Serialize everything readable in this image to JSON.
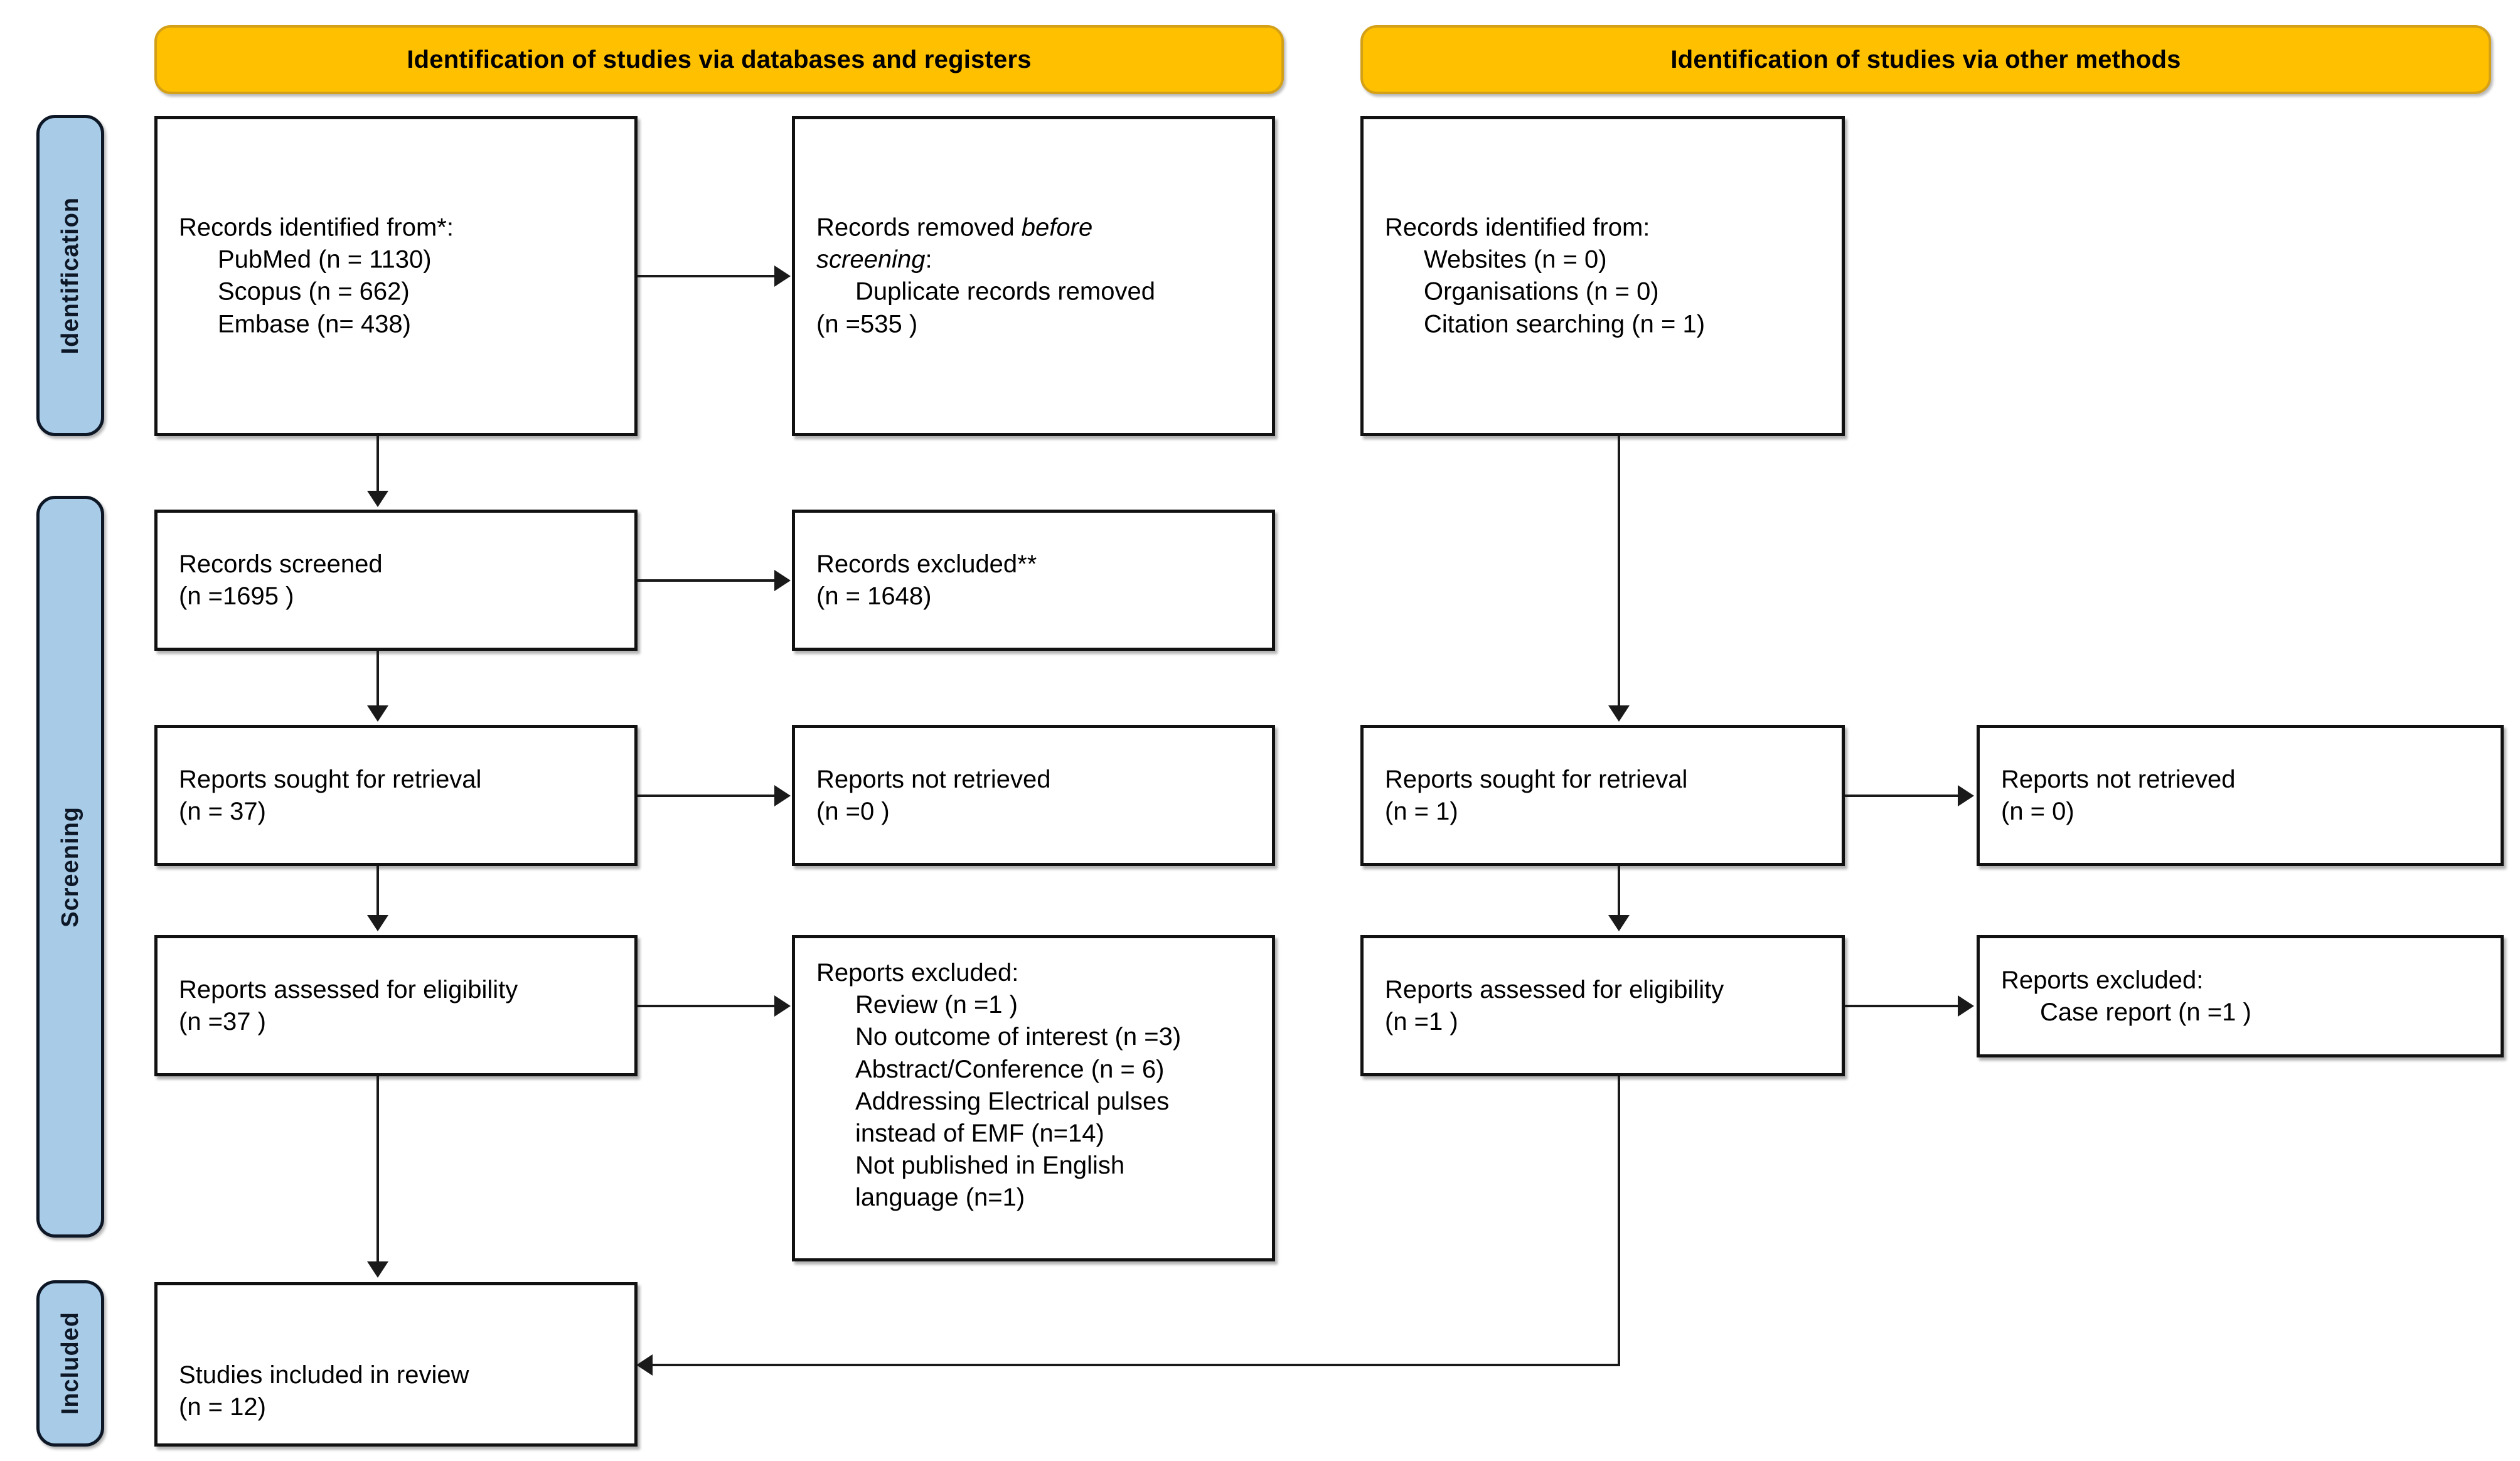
{
  "diagram": {
    "type": "prisma-flow-diagram",
    "accent_orange": "#FFC000",
    "accent_blue": "#A8CBE8"
  },
  "headers": {
    "databases": "Identification of studies via databases and registers",
    "other": "Identification of studies via other methods"
  },
  "stages": {
    "identification": "Identification",
    "screening": "Screening",
    "included": "Included"
  },
  "left_column": {
    "identified": {
      "l0": "Records identified from*:",
      "l1": "PubMed (n = 1130)",
      "l2": "Scopus (n = 662)",
      "l3": "Embase (n= 438)"
    },
    "removed": {
      "l0a": "Records removed ",
      "l0b": "before",
      "l1": "screening",
      "l1b": ":",
      "l2": "Duplicate records removed",
      "l3": "(n =535 )"
    },
    "screened": {
      "l0": "Records screened",
      "l1": "(n =1695 )"
    },
    "excluded": {
      "l0": "Records excluded**",
      "l1": "(n = 1648)"
    },
    "sought": {
      "l0": "Reports sought for retrieval",
      "l1": "(n = 37)"
    },
    "not_retrieved": {
      "l0": "Reports not retrieved",
      "l1": "(n =0 )"
    },
    "assessed": {
      "l0": "Reports assessed for eligibility",
      "l1": "(n =37 )"
    },
    "reports_excluded": {
      "l0": "Reports excluded:",
      "l1": "Review (n =1 )",
      "l2": "No outcome of interest (n =3)",
      "l3": "Abstract/Conference (n = 6)",
      "l4": "Addressing Electrical pulses",
      "l5": "instead of EMF (n=14)",
      "l6": "Not published in English",
      "l7": "language (n=1)"
    },
    "included": {
      "l0": "Studies included in review",
      "l1": "(n = 12)"
    }
  },
  "right_column": {
    "identified": {
      "l0": "Records identified from:",
      "l1": "Websites (n = 0)",
      "l2": "Organisations (n = 0)",
      "l3": "Citation searching (n = 1)"
    },
    "sought": {
      "l0": "Reports sought for retrieval",
      "l1": "(n = 1)"
    },
    "not_retrieved": {
      "l0": "Reports not retrieved",
      "l1": "(n = 0)"
    },
    "assessed": {
      "l0": "Reports assessed for eligibility",
      "l1": "(n =1 )"
    },
    "reports_excluded": {
      "l0": "Reports excluded:",
      "l1": "Case report (n =1 )"
    }
  }
}
